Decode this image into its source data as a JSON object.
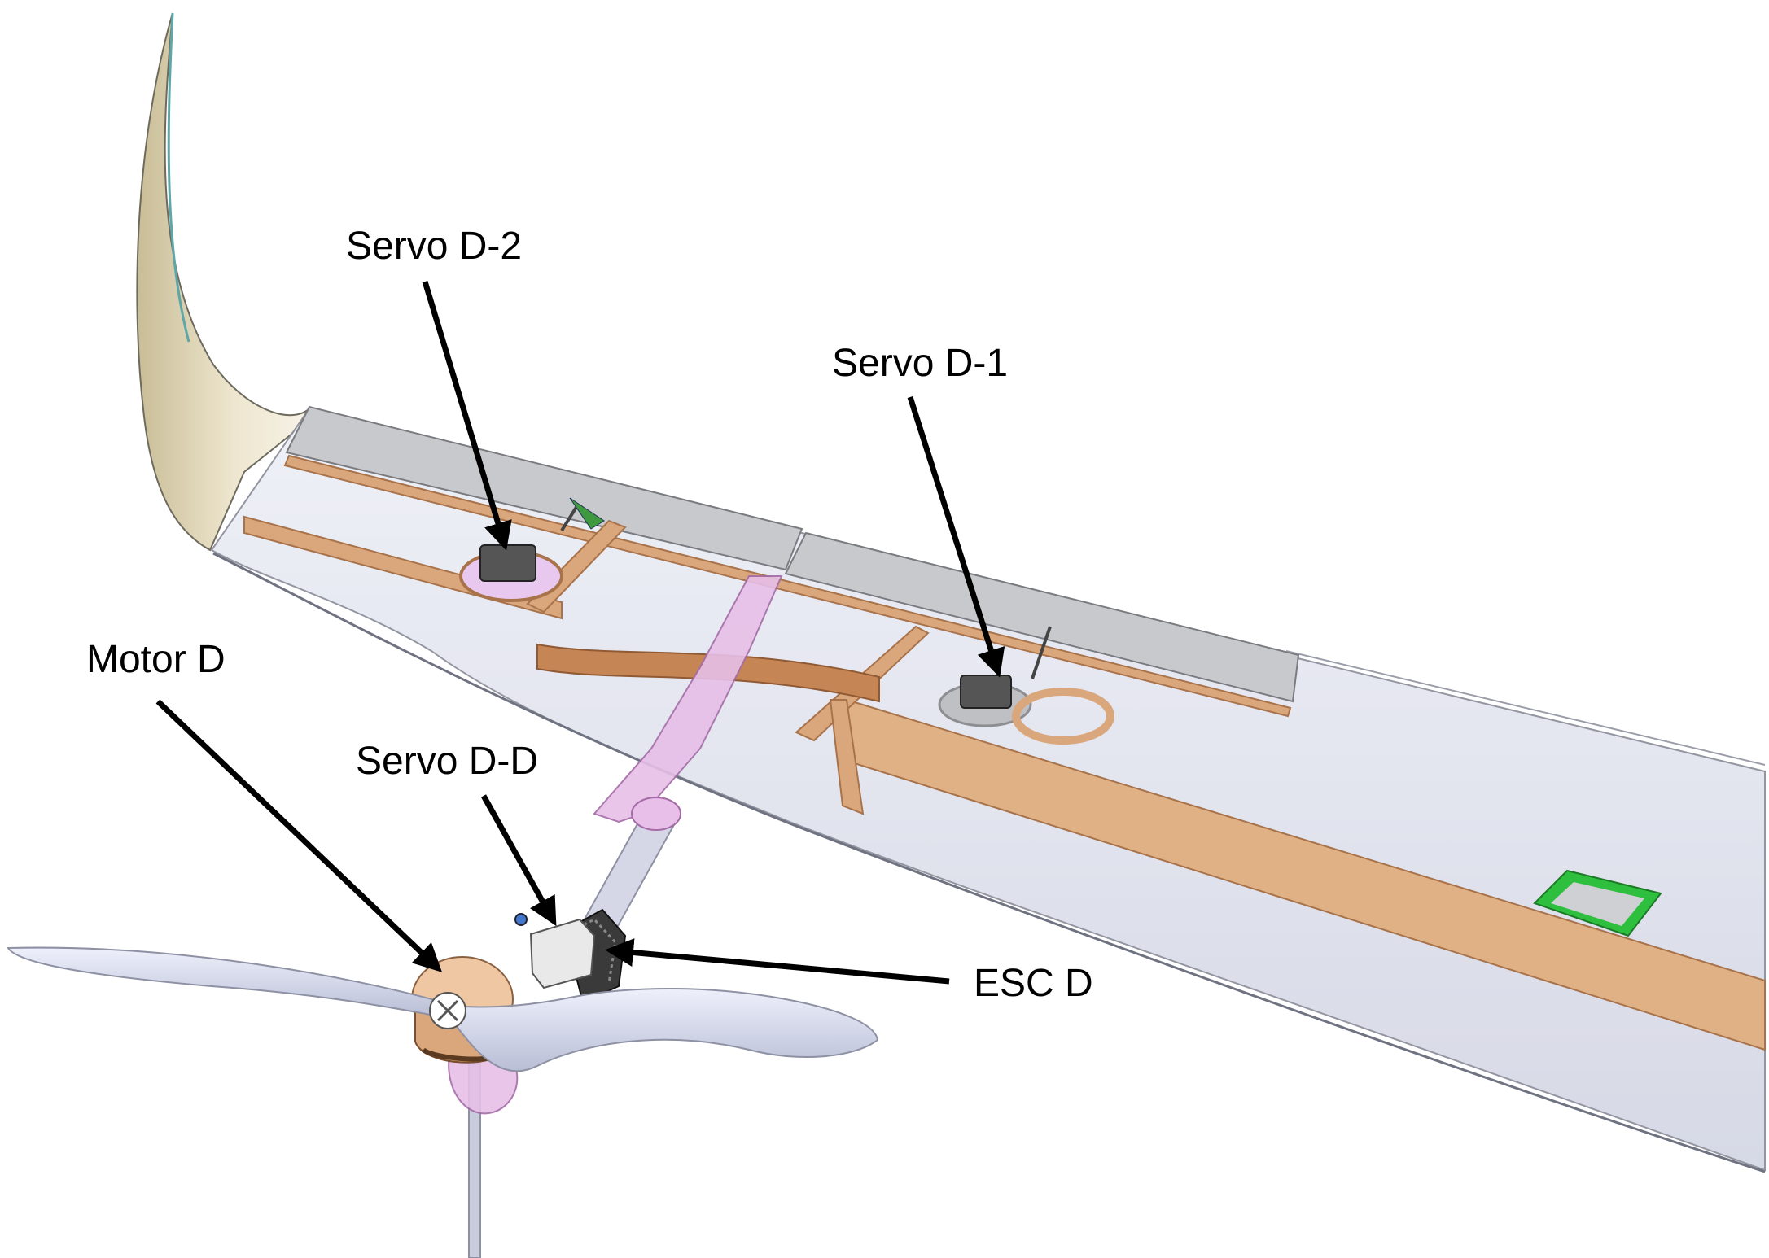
{
  "figure": {
    "callouts": {
      "servo_d2": {
        "label": "Servo D-2"
      },
      "servo_d1": {
        "label": "Servo D-1"
      },
      "motor_d": {
        "label": "Motor D"
      },
      "servo_dd": {
        "label": "Servo D-D"
      },
      "esc_d": {
        "label": "ESC D"
      }
    },
    "colors": {
      "background": "#ffffff",
      "wing_skin": "#dfe2ef",
      "wing_skin_edge": "#8a8d99",
      "balsa_wood": "#d9a77b",
      "balsa_edge": "#a8724a",
      "carbon_tube": "#c68554",
      "aileron": "#c8c9cc",
      "pylon_pink": "#e7bfe8",
      "propeller": "#d8dcee",
      "motor_can": "#f0c7a3",
      "winglet_tan": "#d6caa8",
      "hatch_green": "#2fbf3f",
      "arrow": "#000000"
    },
    "icons": [
      "arrow-icon"
    ]
  }
}
